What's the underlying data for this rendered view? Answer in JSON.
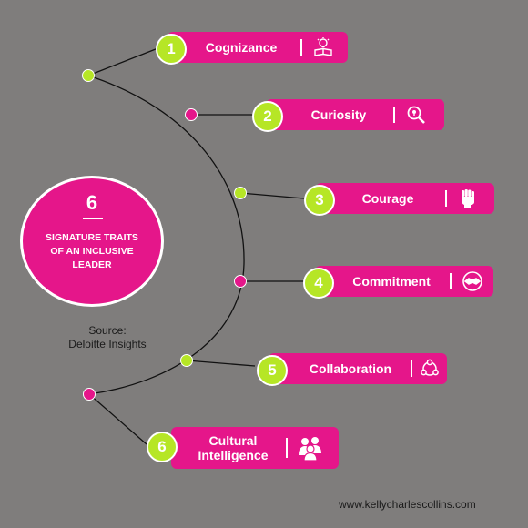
{
  "center": {
    "number": "6",
    "title_line1": "SIGNATURE TRAITS",
    "title_line2": "OF AN INCLUSIVE",
    "title_line3": "LEADER"
  },
  "source": {
    "line1": "Source:",
    "line2": "Deloitte Insights"
  },
  "traits": [
    {
      "number": "1",
      "label": "Cognizance",
      "icon": "lightbulb-book-icon"
    },
    {
      "number": "2",
      "label": "Curiosity",
      "icon": "magnifier-icon"
    },
    {
      "number": "3",
      "label": "Courage",
      "icon": "raised-fist-icon"
    },
    {
      "number": "4",
      "label": "Commitment",
      "icon": "handshake-icon"
    },
    {
      "number": "5",
      "label": "Collaboration",
      "icon": "network-icon"
    },
    {
      "number": "6",
      "label_line1": "Cultural",
      "label_line2": "Intelligence",
      "icon": "people-group-icon"
    }
  ],
  "website": "www.kellycharlescollins.com",
  "colors": {
    "background": "#7f7d7c",
    "magenta": "#e5168a",
    "lime": "#b6e626",
    "white": "#ffffff"
  }
}
